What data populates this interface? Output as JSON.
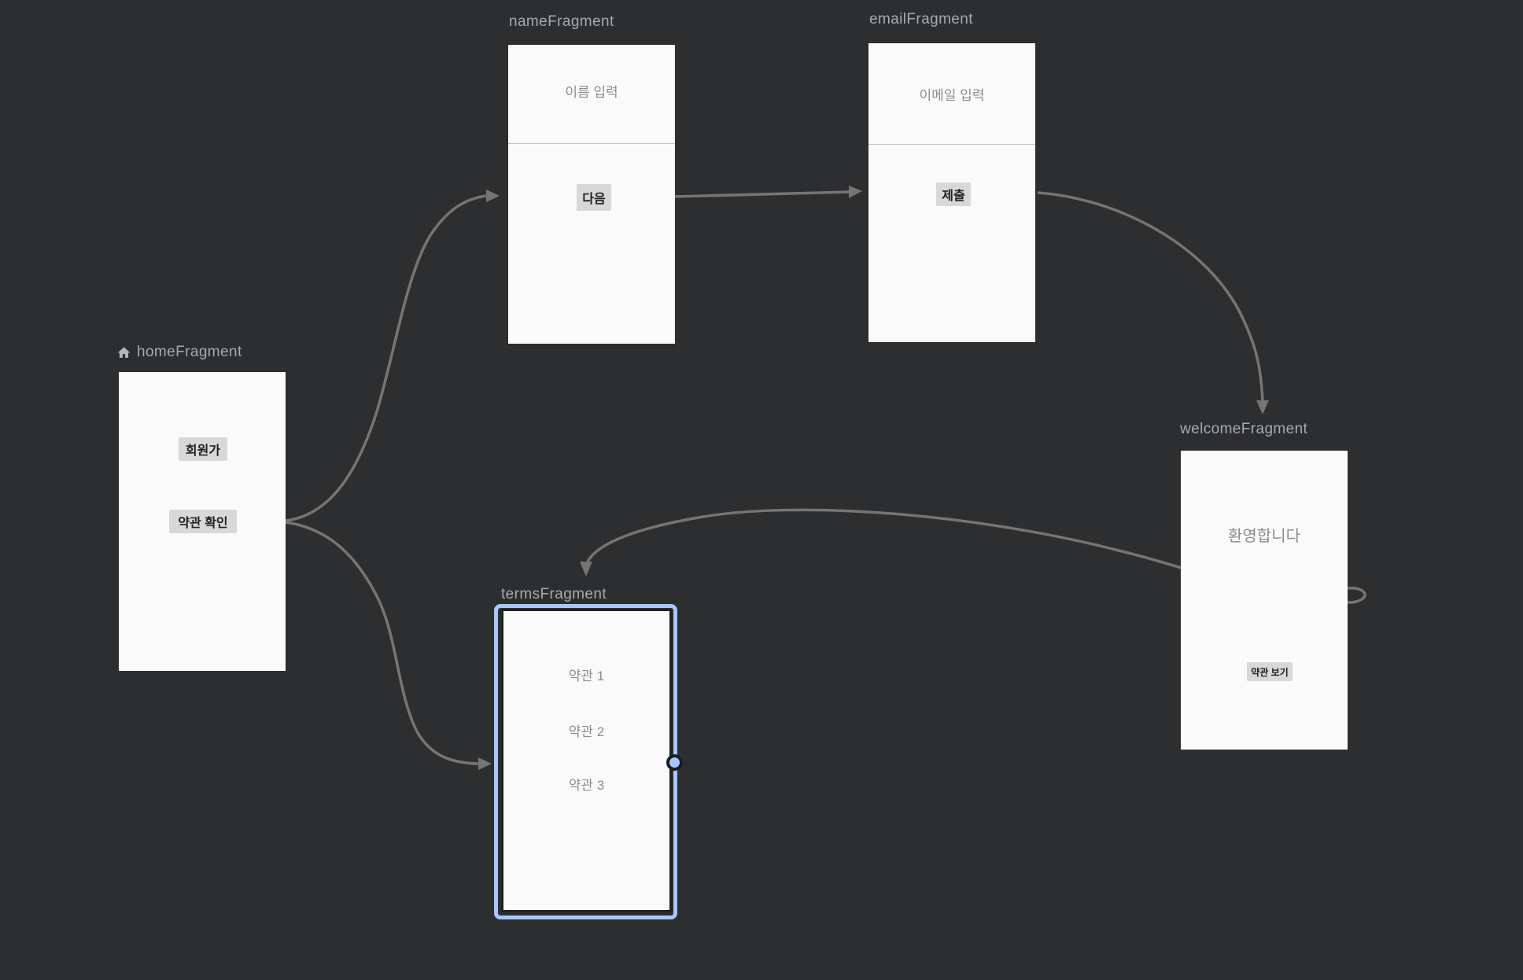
{
  "canvas": {
    "background_color": "#2c2e30",
    "arrow_color": "#757575",
    "selection_color": "#a9c7ff",
    "card_color": "#fafafa"
  },
  "graph": {
    "fragments": [
      {
        "name": "homeFragment",
        "title": "homeFragment",
        "is_start_destination": true,
        "selected": false,
        "buttons": [
          {
            "label": "회원가"
          },
          {
            "label": "약관 확인"
          }
        ]
      },
      {
        "name": "nameFragment",
        "title": "nameFragment",
        "selected": false,
        "labels": [
          {
            "text": "이름 입력"
          }
        ],
        "buttons": [
          {
            "label": "다음"
          }
        ]
      },
      {
        "name": "emailFragment",
        "title": "emailFragment",
        "selected": false,
        "labels": [
          {
            "text": "이메일 입력"
          }
        ],
        "buttons": [
          {
            "label": "제출"
          }
        ]
      },
      {
        "name": "welcomeFragment",
        "title": "welcomeFragment",
        "selected": false,
        "labels": [
          {
            "text": "환영합니다"
          }
        ],
        "buttons": [
          {
            "label": "약관 보기"
          }
        ]
      },
      {
        "name": "termsFragment",
        "title": "termsFragment",
        "selected": true,
        "labels": [
          {
            "text": "약관 1"
          },
          {
            "text": "약관 2"
          },
          {
            "text": "약관 3"
          }
        ]
      }
    ],
    "edges": [
      {
        "from": "homeFragment",
        "to": "nameFragment"
      },
      {
        "from": "homeFragment",
        "to": "termsFragment"
      },
      {
        "from": "nameFragment",
        "to": "emailFragment"
      },
      {
        "from": "emailFragment",
        "to": "welcomeFragment"
      },
      {
        "from": "welcomeFragment",
        "to": "termsFragment"
      }
    ]
  }
}
